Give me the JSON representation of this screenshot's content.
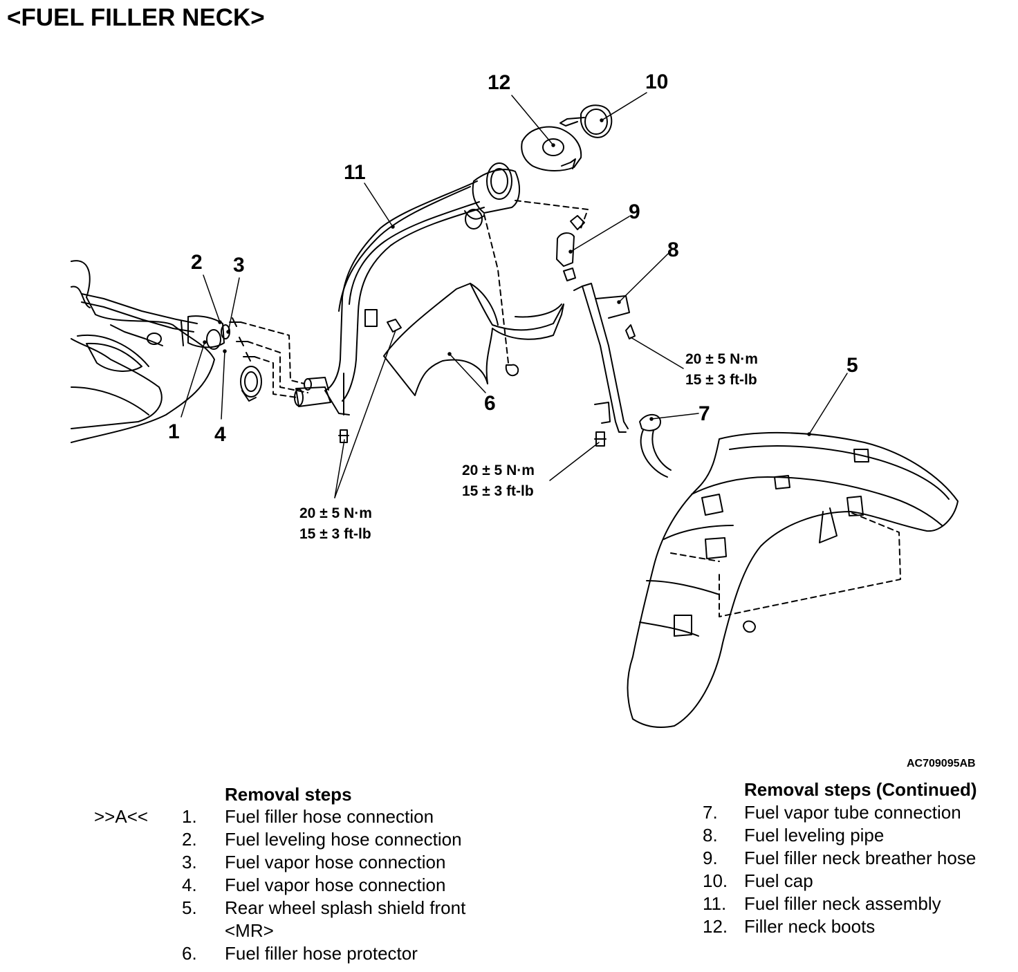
{
  "title": "<FUEL FILLER NECK>",
  "figure_id": "AC709095AB",
  "callouts": {
    "c1": "1",
    "c2": "2",
    "c3": "3",
    "c4": "4",
    "c5": "5",
    "c6": "6",
    "c7": "7",
    "c8": "8",
    "c9": "9",
    "c10": "10",
    "c11": "11",
    "c12": "12"
  },
  "torques": {
    "left": {
      "nm": "20 ± 5 N·m",
      "ftlb": "15 ± 3 ft-lb"
    },
    "mid": {
      "nm": "20 ± 5 N·m",
      "ftlb": "15 ± 3 ft-lb"
    },
    "right": {
      "nm": "20 ± 5 N·m",
      "ftlb": "15 ± 3 ft-lb"
    }
  },
  "removal_steps": {
    "header": "Removal steps",
    "marker": ">>A<<",
    "items": [
      {
        "num": "1.",
        "text": "Fuel filler hose connection"
      },
      {
        "num": "2.",
        "text": "Fuel leveling hose connection"
      },
      {
        "num": "3.",
        "text": "Fuel vapor hose connection"
      },
      {
        "num": "4.",
        "text": "Fuel vapor hose connection"
      },
      {
        "num": "5.",
        "text": "Rear wheel splash shield front"
      },
      {
        "num": "",
        "text": "<MR>"
      },
      {
        "num": "6.",
        "text": "Fuel filler hose protector"
      }
    ]
  },
  "removal_steps_continued": {
    "header": "Removal steps (Continued)",
    "items": [
      {
        "num": "7.",
        "text": "Fuel vapor tube connection"
      },
      {
        "num": "8.",
        "text": "Fuel leveling pipe"
      },
      {
        "num": "9.",
        "text": "Fuel filler neck breather hose"
      },
      {
        "num": "10.",
        "text": "Fuel cap"
      },
      {
        "num": "11.",
        "text": "Fuel filler neck assembly"
      },
      {
        "num": "12.",
        "text": "Filler neck boots"
      }
    ]
  }
}
